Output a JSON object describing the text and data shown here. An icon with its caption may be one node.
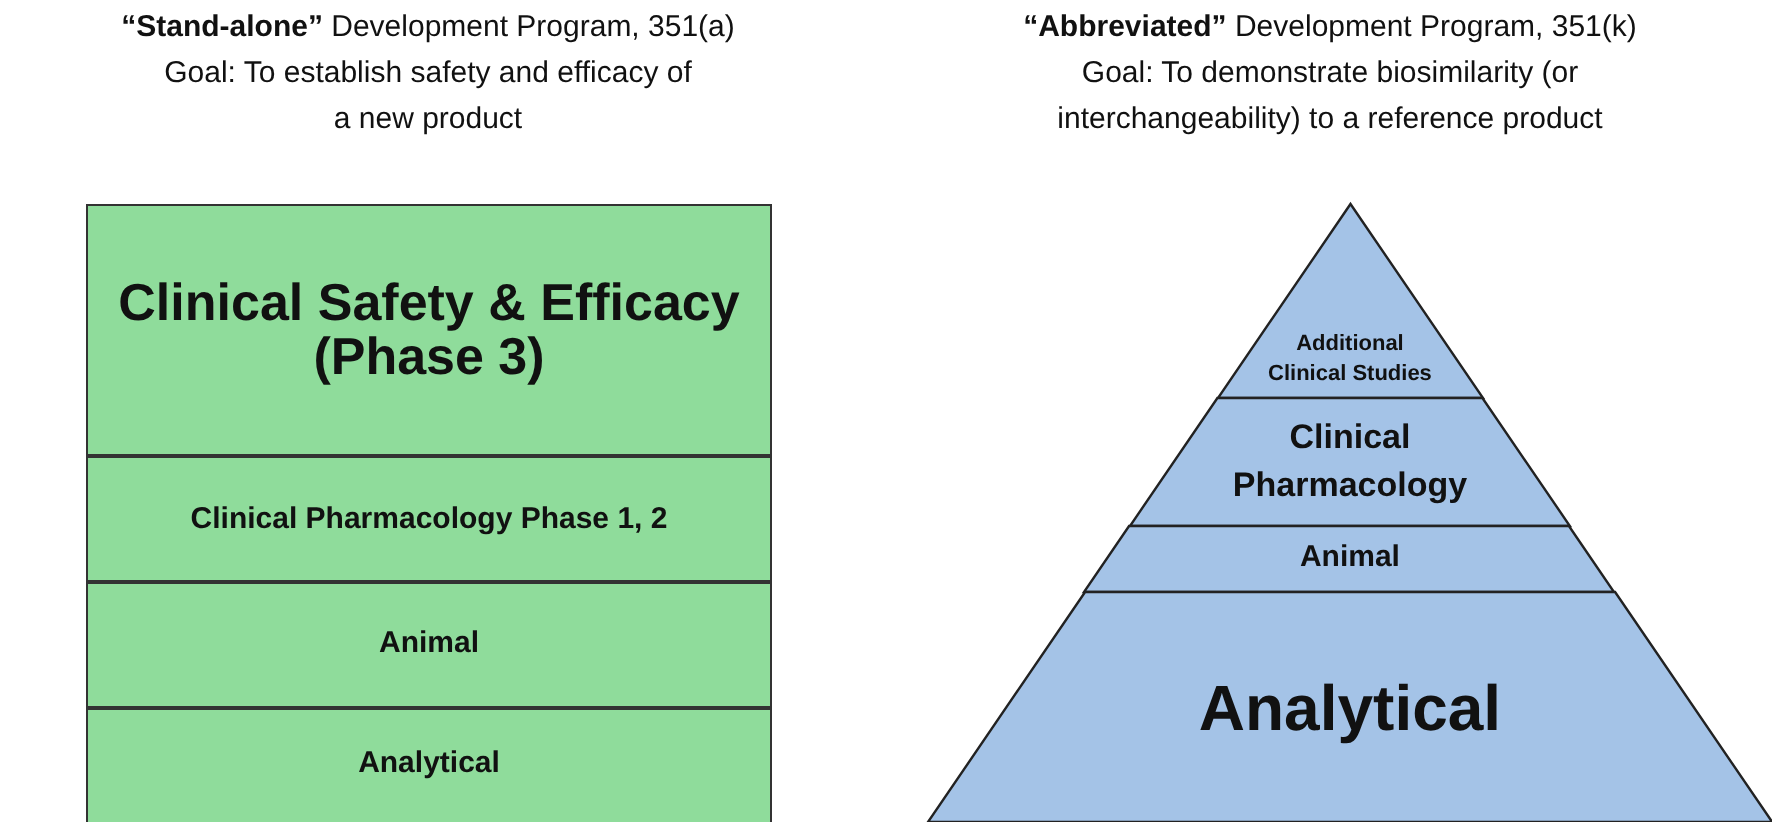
{
  "diagram": {
    "nodes": [
      {
        "text": [
          "Clinical Safety & Efficacy (Phase 3)"
        ]
      },
      {
        "text": [
          "Clinical Pharmacology Phase 1, 2"
        ]
      },
      {
        "text": [
          "Animal"
        ]
      },
      {
        "text": [
          "Analytical"
        ]
      },
      {
        "text": [
          "Additional Clinical Studies"
        ]
      },
      {
        "text": [
          "Clinical Pharmacology"
        ]
      },
      {
        "text": [
          "Animal"
        ]
      },
      {
        "text": [
          "Analytical"
        ]
      }
    ],
    "labels": [
      "**“Stand-alone”** Development Program, 351(a)",
      "Goal: To establish safety and efficacy of a new product",
      "**“Abbreviated”** Development Program, 351(k)",
      "Goal: To demonstrate biosimilarity (or interchangeability) to a reference product"
    ]
  }
}
